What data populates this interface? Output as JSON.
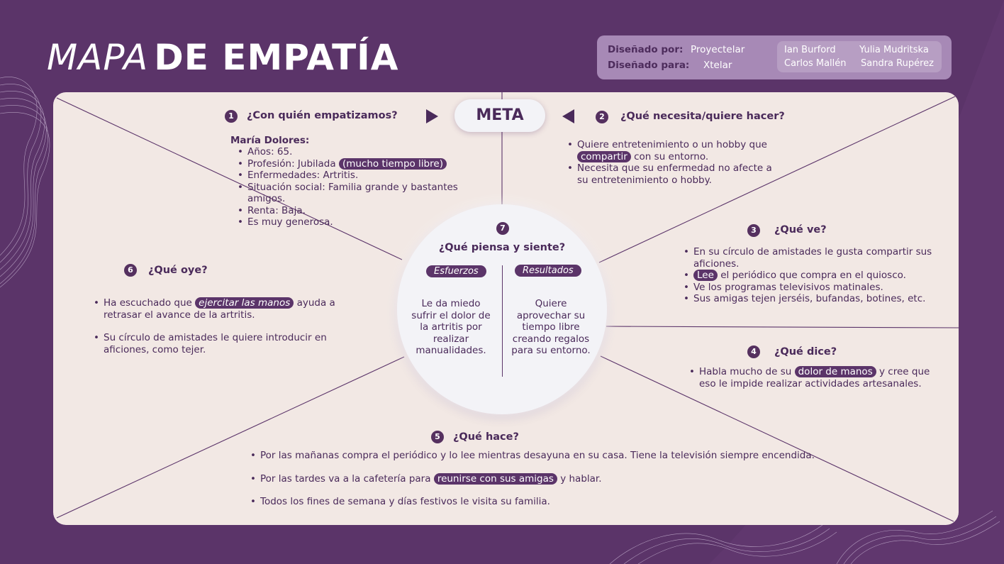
{
  "title": {
    "light": "MAPA",
    "bold": "DE EMPATÍA"
  },
  "credits": {
    "designed_by_label": "Diseñado por:",
    "designed_by_value": "Proyectelar",
    "designed_for_label": "Diseñado para:",
    "designed_for_value": "Xtelar",
    "names": [
      "Ian Burford",
      "Yulia Mudritska",
      "Carlos Mallén",
      "Sandra Rupérez"
    ]
  },
  "meta": "META",
  "sections": {
    "s1": {
      "num": "1",
      "title": "¿Con quién empatizamos?",
      "person": "María Dolores:",
      "items": [
        "Años: 65.",
        "Profesión: Jubilada",
        "(mucho tiempo libre)",
        "Enfermedades: Artritis.",
        "Situación social: Familia grande y bastantes amigos.",
        "Renta: Baja.",
        "Es muy generosa."
      ]
    },
    "s2": {
      "num": "2",
      "title": "¿Qué necesita/quiere hacer?",
      "i1a": "Quiere entretenimiento o un hobby que",
      "i1hl": "compartir",
      "i1b": "con su entorno.",
      "i2": "Necesita que su enfermedad no afecte a su entretenimiento o hobby."
    },
    "s3": {
      "num": "3",
      "title": "¿Qué ve?",
      "i1": "En su círculo de amistades le gusta compartir sus aficiones.",
      "i2hl": "Lee",
      "i2": "el periódico que compra en el quiosco.",
      "i3": "Ve los programas televisivos matinales.",
      "i4": "Sus amigas tejen jerséis, bufandas, botines, etc."
    },
    "s4": {
      "num": "4",
      "title": "¿Qué dice?",
      "i1a": "Habla mucho de su",
      "i1hl": "dolor de manos",
      "i1b": "y cree que eso le impide realizar actividades artesanales."
    },
    "s5": {
      "num": "5",
      "title": "¿Qué hace?",
      "i1": "Por las mañanas compra el periódico y lo lee mientras desayuna en su casa. Tiene la televisión siempre encendida.",
      "i2a": "Por las tardes va a la cafetería para",
      "i2hl": "reunirse con sus amigas",
      "i2b": "y hablar.",
      "i3": "Todos los fines de semana y días festivos le visita su familia."
    },
    "s6": {
      "num": "6",
      "title": "¿Qué oye?",
      "i1a": "Ha escuchado que",
      "i1hl": "ejercitar las manos",
      "i1b": "ayuda a retrasar el avance de la artritis.",
      "i2": "Su círculo de amistades le quiere introducir en aficiones, como tejer."
    },
    "s7": {
      "num": "7",
      "title": "¿Qué piensa y siente?",
      "left_label": "Esfuerzos",
      "right_label": "Resultados",
      "left_text": "Le da miedo sufrir el dolor de la artritis por realizar manualidades.",
      "right_text": "Quiere aprovechar su tiempo libre creando regalos para su entorno."
    }
  }
}
